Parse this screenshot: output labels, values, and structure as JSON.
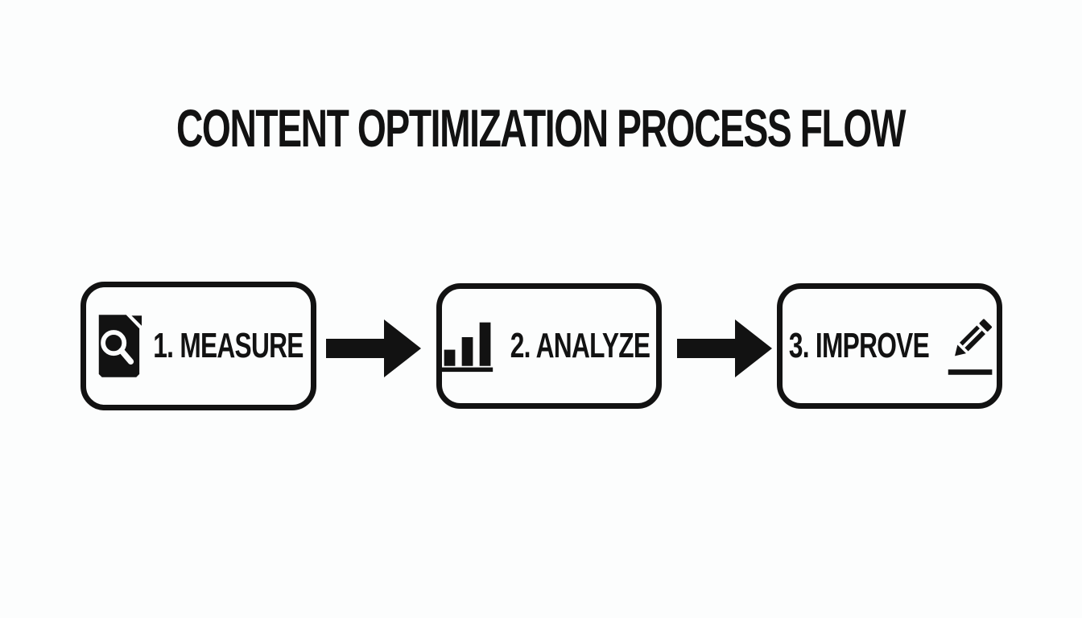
{
  "title": "CONTENT OPTIMIZATION PROCESS FLOW",
  "colors": {
    "ink": "#121212",
    "bg": "#fcfdfd"
  },
  "steps": [
    {
      "label": "1. MEASURE",
      "icon": "document-search-icon",
      "icon_position": "left"
    },
    {
      "label": "2. ANALYZE",
      "icon": "bar-chart-icon",
      "icon_position": "left"
    },
    {
      "label": "3. IMPROVE",
      "icon": "pencil-edit-icon",
      "icon_position": "right"
    }
  ],
  "connectors": [
    {
      "icon": "arrow-right-icon",
      "from": "1. MEASURE",
      "to": "2. ANALYZE"
    },
    {
      "icon": "arrow-right-icon",
      "from": "2. ANALYZE",
      "to": "3. IMPROVE"
    }
  ]
}
